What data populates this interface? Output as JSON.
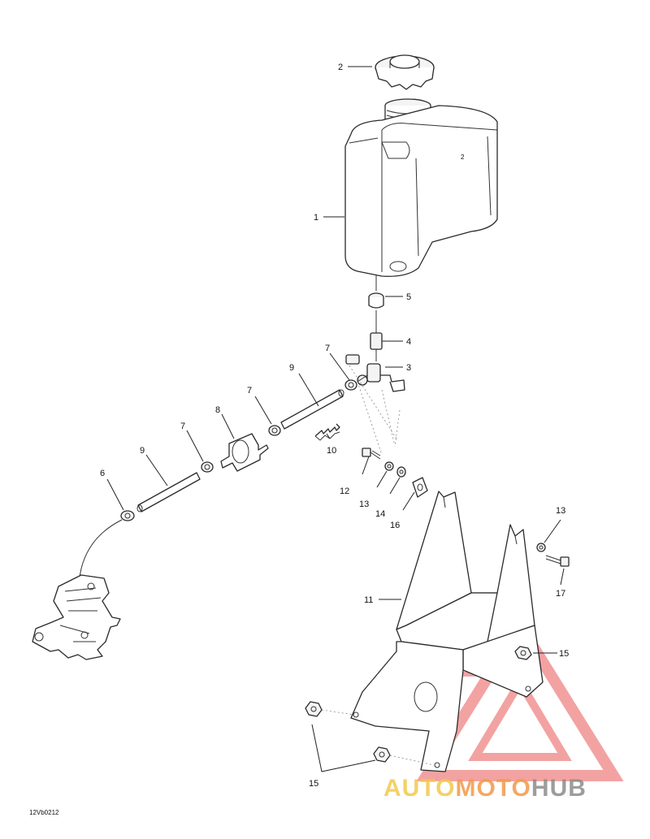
{
  "diagram_code": "12Vb0212",
  "callouts": [
    {
      "id": "c1",
      "label": "1"
    },
    {
      "id": "c2",
      "label": "2"
    },
    {
      "id": "c3",
      "label": "3"
    },
    {
      "id": "c4",
      "label": "4"
    },
    {
      "id": "c5",
      "label": "5"
    },
    {
      "id": "c6",
      "label": "6"
    },
    {
      "id": "c7a",
      "label": "7"
    },
    {
      "id": "c7b",
      "label": "7"
    },
    {
      "id": "c7c",
      "label": "7"
    },
    {
      "id": "c8",
      "label": "8"
    },
    {
      "id": "c9a",
      "label": "9"
    },
    {
      "id": "c9b",
      "label": "9"
    },
    {
      "id": "c10",
      "label": "10"
    },
    {
      "id": "c11",
      "label": "11"
    },
    {
      "id": "c12",
      "label": "12"
    },
    {
      "id": "c13a",
      "label": "13"
    },
    {
      "id": "c13b",
      "label": "13"
    },
    {
      "id": "c14",
      "label": "14"
    },
    {
      "id": "c15a",
      "label": "15"
    },
    {
      "id": "c15b",
      "label": "15"
    },
    {
      "id": "c16",
      "label": "16"
    },
    {
      "id": "c17",
      "label": "17"
    }
  ],
  "watermark": {
    "part1": "AUTO",
    "part2": "MOTO",
    "part3": "HUB",
    "color_auto": "#f2c94c",
    "color_moto": "#f2994a",
    "color_hub": "#8c8c8c",
    "triangle_color": "#eb5757"
  }
}
